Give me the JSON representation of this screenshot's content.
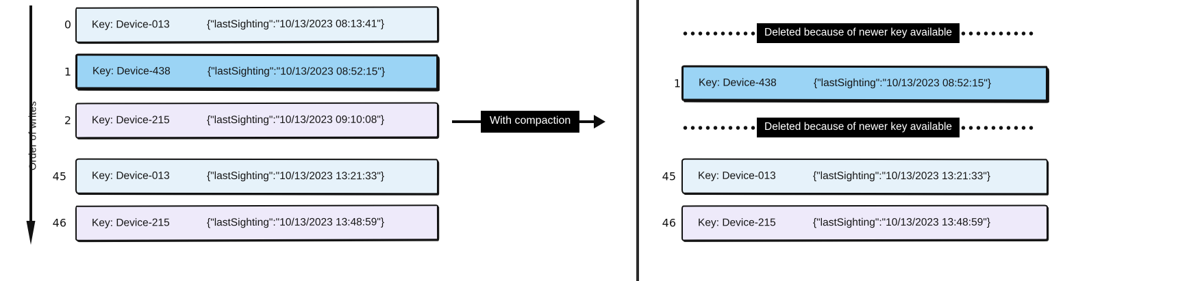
{
  "diagram": {
    "axis": {
      "label": "Order of writes",
      "arrow_icon": "down-arrow-icon"
    },
    "left_panel": {
      "name": "uncompacted-log",
      "records": [
        {
          "index": "0",
          "key": "Key: Device-013",
          "value": "{\"lastSighting\":\"10/13/2023 08:13:41\"}",
          "color": "#e6f2fa",
          "highlight": false
        },
        {
          "index": "1",
          "key": "Key: Device-438",
          "value": "{\"lastSighting\":\"10/13/2023 08:52:15\"}",
          "color": "#9bd4f5",
          "highlight": true
        },
        {
          "index": "2",
          "key": "Key: Device-215",
          "value": "{\"lastSighting\":\"10/13/2023 09:10:08\"}",
          "color": "#eeeafa",
          "highlight": false
        },
        {
          "index": "45",
          "key": "Key: Device-013",
          "value": "{\"lastSighting\":\"10/13/2023 13:21:33\"}",
          "color": "#e6f2fa",
          "highlight": false
        },
        {
          "index": "46",
          "key": "Key: Device-215",
          "value": "{\"lastSighting\":\"10/13/2023 13:48:59\"}",
          "color": "#eeeafa",
          "highlight": false
        }
      ]
    },
    "transform": {
      "label": "With compaction",
      "arrow_icon": "right-arrow-icon"
    },
    "right_panel": {
      "name": "compacted-log",
      "deleted_label": "Deleted because of newer key available",
      "rows": [
        {
          "type": "deleted",
          "text": "Deleted because of newer key available"
        },
        {
          "type": "record",
          "index": "1",
          "key": "Key: Device-438",
          "value": "{\"lastSighting\":\"10/13/2023 08:52:15\"}",
          "color": "#9bd4f5",
          "highlight": true
        },
        {
          "type": "deleted",
          "text": "Deleted because of newer key available"
        },
        {
          "type": "record",
          "index": "45",
          "key": "Key: Device-013",
          "value": "{\"lastSighting\":\"10/13/2023 13:21:33\"}",
          "color": "#e6f2fa",
          "highlight": false
        },
        {
          "type": "record",
          "index": "46",
          "key": "Key: Device-215",
          "value": "{\"lastSighting\":\"10/13/2023 13:48:59\"}",
          "color": "#eeeafa",
          "highlight": false
        }
      ]
    },
    "colors": {
      "pale_blue": "#e6f2fa",
      "strong_blue": "#9bd4f5",
      "violet": "#eeeafa",
      "ink": "#111111",
      "chip_bg": "#000000",
      "chip_fg": "#ffffff"
    }
  }
}
